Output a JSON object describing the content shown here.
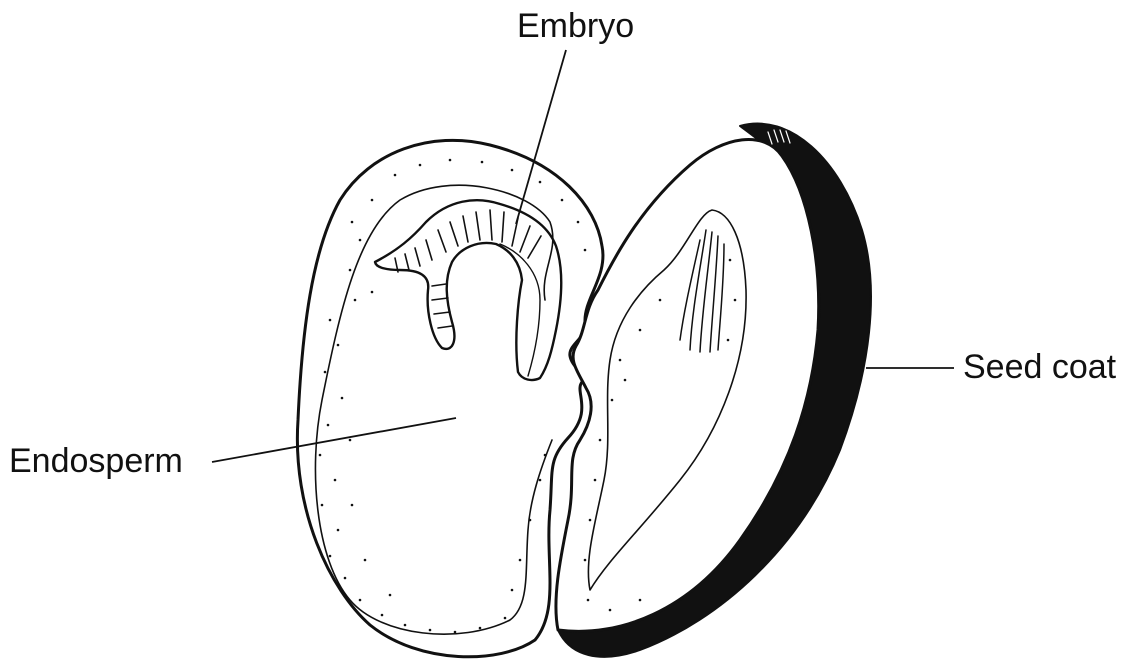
{
  "labels": {
    "embryo": "Embryo",
    "seed_coat": "Seed coat",
    "endosperm": "Endosperm"
  },
  "colors": {
    "line": "#111111",
    "background": "#ffffff"
  }
}
